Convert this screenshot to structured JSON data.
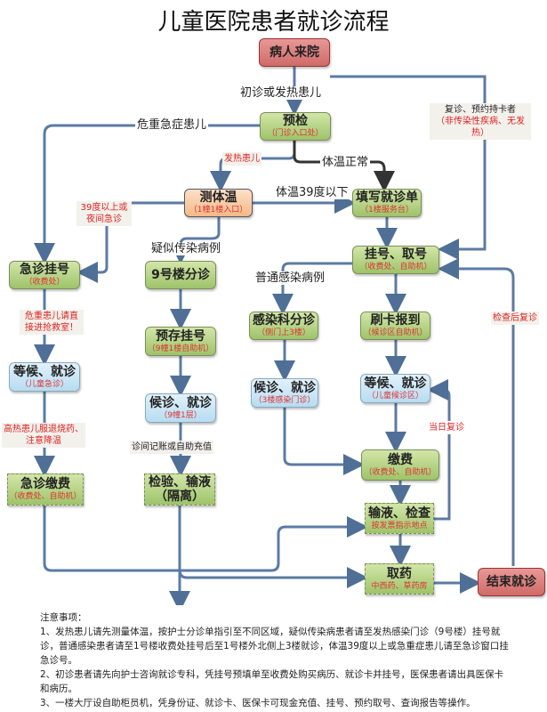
{
  "title": "儿童医院患者就诊流程",
  "nodes": {
    "arrive": {
      "main": "病人来院"
    },
    "triage": {
      "main": "预检",
      "sub": "（门诊入口处）"
    },
    "temp": {
      "main": "测体温",
      "sub": "（1幢1楼入口）"
    },
    "form": {
      "main": "填写就诊单",
      "sub": "（1楼服务台）"
    },
    "register": {
      "main": "挂号、取号",
      "sub": "（收费处、自助机）"
    },
    "er_register": {
      "main": "急诊挂号",
      "sub": "（收费处）"
    },
    "b9_triage": {
      "main": "9号楼分诊"
    },
    "infect_triage": {
      "main": "感染科分诊",
      "sub": "（侧门上3楼）"
    },
    "checkin": {
      "main": "刷卡报到",
      "sub": "（候诊区自助机）"
    },
    "prestore": {
      "main": "预存挂号",
      "sub": "（9幢1楼自助机）"
    },
    "er_wait": {
      "main": "等候、就诊",
      "sub": "（儿童急诊）"
    },
    "infect_wait": {
      "main": "候诊、就诊",
      "sub": "（3楼感染门诊）"
    },
    "wait": {
      "main": "等候、就诊",
      "sub": "（儿童候诊区）"
    },
    "b9_wait": {
      "main": "候诊、就诊",
      "sub": "（9幢1层）"
    },
    "pay": {
      "main": "缴费",
      "sub": "（收费处、自助机）"
    },
    "er_pay": {
      "main": "急诊缴费",
      "sub": "（收费处、自助机）"
    },
    "b9_test": {
      "main": "检验、输液",
      "sub": "（隔离）"
    },
    "infusion": {
      "main": "输液、检查",
      "sub": "按发票指示地点"
    },
    "pharmacy": {
      "main": "取药",
      "sub": "中西药、草药房"
    },
    "end": {
      "main": "结束就诊"
    }
  },
  "labels": {
    "first_visit": "初诊或发热患儿",
    "critical": "危重急症患儿",
    "revisit": "复诊、预约持卡者",
    "revisit_note": "（非传染性疾病、无发热）",
    "fever": "发热患儿",
    "normal_temp": "体温正常",
    "below39": "体温39度以下",
    "above39": "39度以上或夜间急诊",
    "suspected": "疑似传染病例",
    "common_infect": "普通感染病例",
    "critical_rescue": "危重患儿请直接进抢救室！",
    "after_check": "检查后复诊",
    "high_fever": "高热患儿服退烧药、注意降温",
    "same_day": "当日复诊",
    "billing": "诊间记账或自助充值"
  },
  "notes": {
    "heading": "注意事项：",
    "items": [
      "1、发热患儿请先测量体温，按护士分诊单指引至不同区域，疑似传染病患者请至发热感染门诊（9号楼）挂号就诊，普通感染患者请至1号楼收费处挂号后至1号楼外北侧上3楼就诊，体温39度以上或急重症患儿请至急诊窗口挂急诊号。",
      "2、初诊患者请先向护士咨询就诊专科，凭挂号预填单至收费处购买病历、就诊卡并挂号，医保患者请出具医保卡和病历。",
      "3、一楼大厅设自助柜员机，凭身份证、就诊卡、医保卡可现金充值、挂号、预约取号、查询报告等操作。"
    ]
  }
}
